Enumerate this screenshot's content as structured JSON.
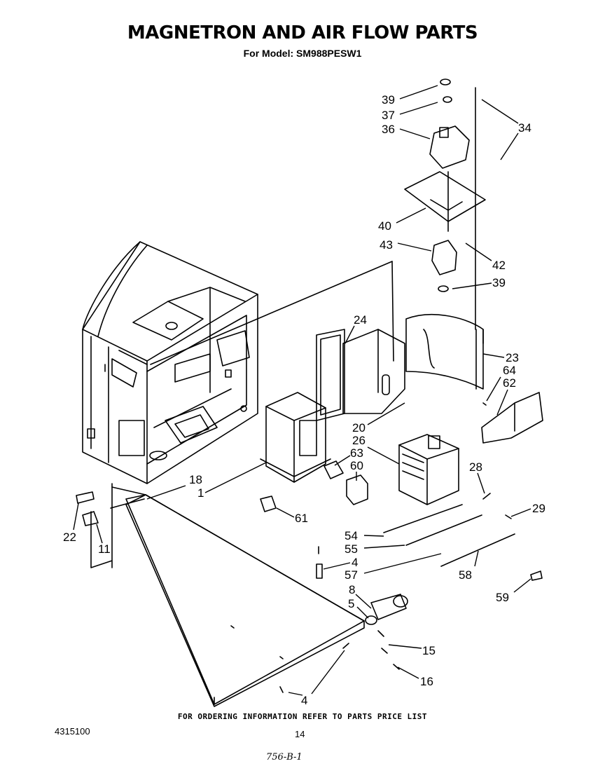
{
  "header": {
    "title": "MAGNETRON AND AIR FLOW PARTS",
    "subtitle": "For Model: SM988PESW1"
  },
  "callouts": [
    {
      "id": "c39a",
      "label": "39"
    },
    {
      "id": "c37",
      "label": "37"
    },
    {
      "id": "c36",
      "label": "36"
    },
    {
      "id": "c34",
      "label": "34"
    },
    {
      "id": "c40",
      "label": "40"
    },
    {
      "id": "c43",
      "label": "43"
    },
    {
      "id": "c42",
      "label": "42"
    },
    {
      "id": "c39b",
      "label": "39"
    },
    {
      "id": "c24",
      "label": "24"
    },
    {
      "id": "c23",
      "label": "23"
    },
    {
      "id": "c64",
      "label": "64"
    },
    {
      "id": "c62",
      "label": "62"
    },
    {
      "id": "c20",
      "label": "20"
    },
    {
      "id": "c26",
      "label": "26"
    },
    {
      "id": "c63",
      "label": "63"
    },
    {
      "id": "c60",
      "label": "60"
    },
    {
      "id": "c28",
      "label": "28"
    },
    {
      "id": "c18",
      "label": "18"
    },
    {
      "id": "c1",
      "label": "1"
    },
    {
      "id": "c61",
      "label": "61"
    },
    {
      "id": "c29",
      "label": "29"
    },
    {
      "id": "c22",
      "label": "22"
    },
    {
      "id": "c11",
      "label": "11"
    },
    {
      "id": "c54",
      "label": "54"
    },
    {
      "id": "c55",
      "label": "55"
    },
    {
      "id": "c4a",
      "label": "4"
    },
    {
      "id": "c57",
      "label": "57"
    },
    {
      "id": "c58",
      "label": "58"
    },
    {
      "id": "c8",
      "label": "8"
    },
    {
      "id": "c5",
      "label": "5"
    },
    {
      "id": "c59",
      "label": "59"
    },
    {
      "id": "c15",
      "label": "15"
    },
    {
      "id": "c16",
      "label": "16"
    },
    {
      "id": "c4b",
      "label": "4"
    }
  ],
  "footer": {
    "ordering_note": "FOR ORDERING INFORMATION REFER TO PARTS PRICE LIST",
    "part_number": "4315100",
    "page_number": "14",
    "handwritten_note": "756-B-1"
  }
}
